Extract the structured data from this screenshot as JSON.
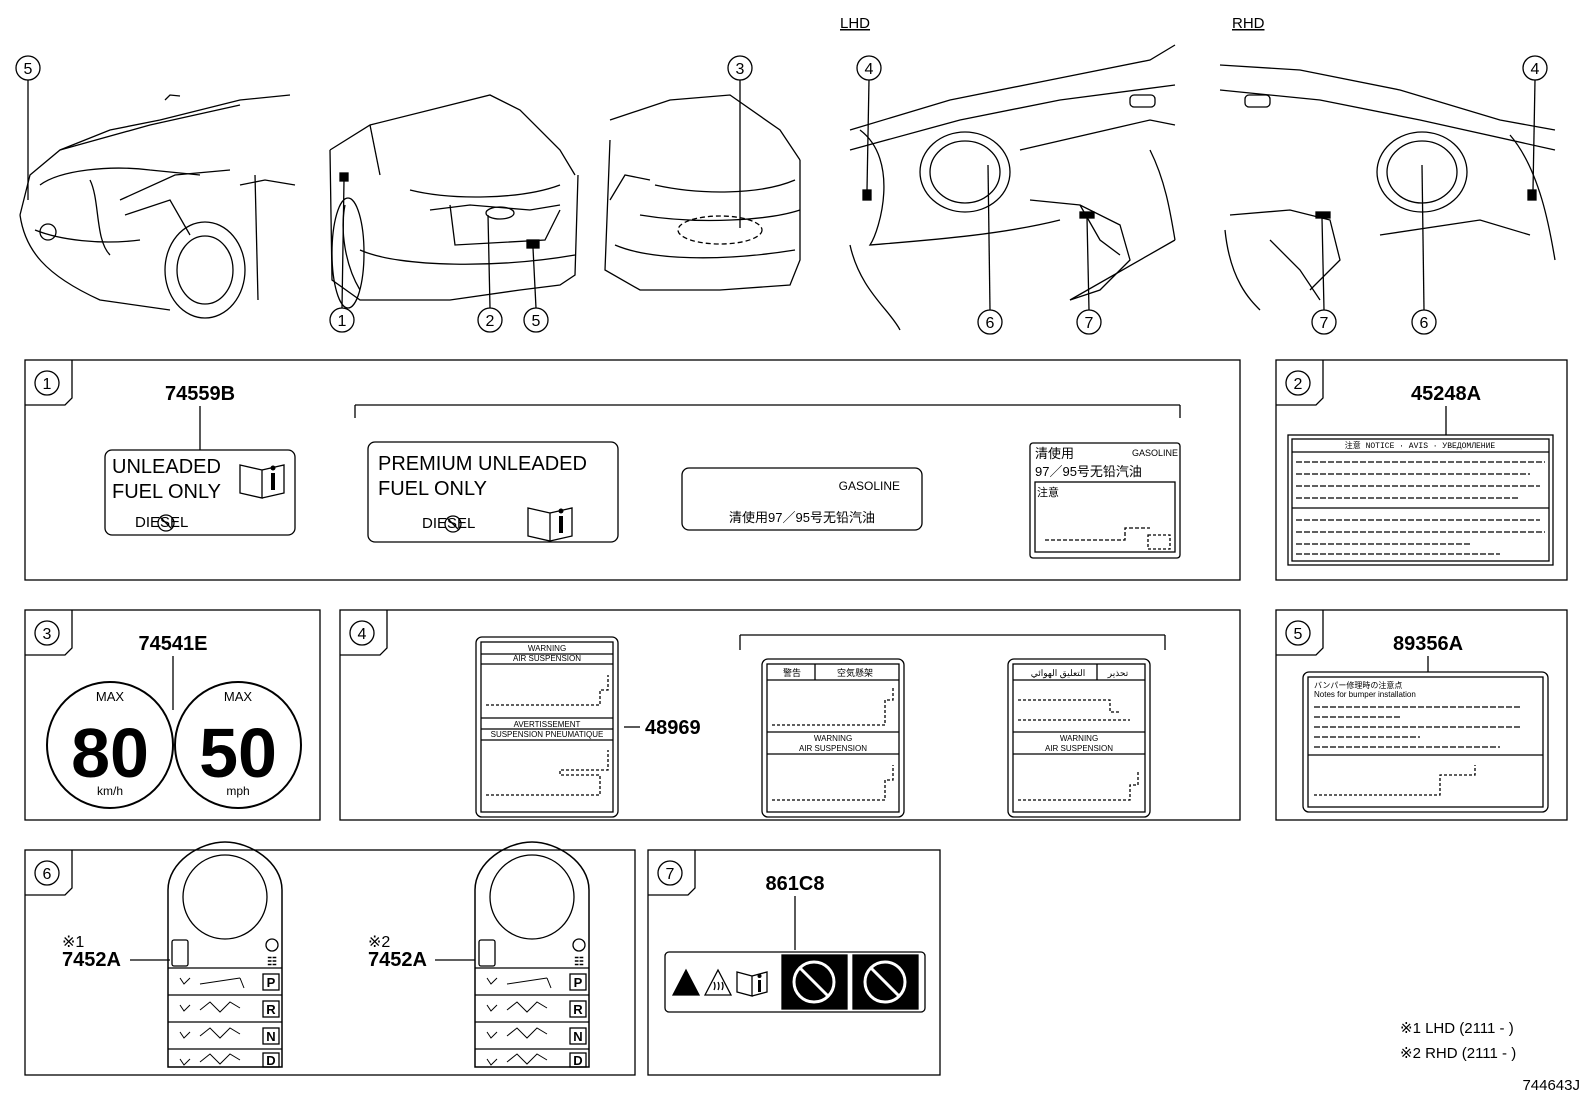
{
  "header": {
    "lhd": "LHD",
    "rhd": "RHD"
  },
  "callouts": {
    "n1": "1",
    "n2": "2",
    "n3": "3",
    "n4": "4",
    "n5": "5",
    "n6": "6",
    "n7": "7"
  },
  "parts": {
    "p1": "74559B",
    "p2": "45248A",
    "p3": "74541E",
    "p4": "48969",
    "p5": "89356A",
    "p6a": "7452A",
    "p6b": "7452A",
    "p7": "861C8"
  },
  "label1": {
    "a_line1": "UNLEADED",
    "a_line2": "FUEL ONLY",
    "a_diesel": "DIESEL",
    "b_line1": "PREMIUM  UNLEADED",
    "b_line2": "FUEL  ONLY",
    "b_diesel": "DIESEL",
    "c_top": "GASOLINE",
    "c_bottom": "清使用97／95号无铅汽油",
    "d_top_left": "清使用",
    "d_top_right": "GASOLINE",
    "d_mid": "97／95号无铅汽油",
    "d_note": "注意"
  },
  "label2": {
    "header": "注意  NOTICE · AVIS · УВЕДОМЛЕНИЕ"
  },
  "label3": {
    "max1": "MAX",
    "speed1": "80",
    "unit1": "km/h",
    "max2": "MAX",
    "speed2": "50",
    "unit2": "mph"
  },
  "label4": {
    "a_warn": "WARNING",
    "a_sub": "AIR SUSPENSION",
    "a_warn2": "AVERTISSEMENT",
    "a_sub2": "SUSPENSION PNEUMATIQUE",
    "b_h1": "警告",
    "b_h2": "空気懸架",
    "b_warn": "WARNING",
    "b_sub": "AIR SUSPENSION",
    "c_h1": "التعليق الهوائي",
    "c_h2": "تحذير",
    "c_warn": "WARNING",
    "c_sub": "AIR SUSPENSION"
  },
  "label5": {
    "title": "バンパー修理時の注意点",
    "subtitle": "Notes for bumper installation"
  },
  "label6": {
    "ref1": "※1",
    "ref2": "※2",
    "gears": [
      "P",
      "R",
      "N",
      "D"
    ]
  },
  "footnotes": {
    "f1": "※1 LHD (2111 -    )",
    "f2": "※2 RHD (2111 -    )"
  },
  "diagram_id": "744643J"
}
